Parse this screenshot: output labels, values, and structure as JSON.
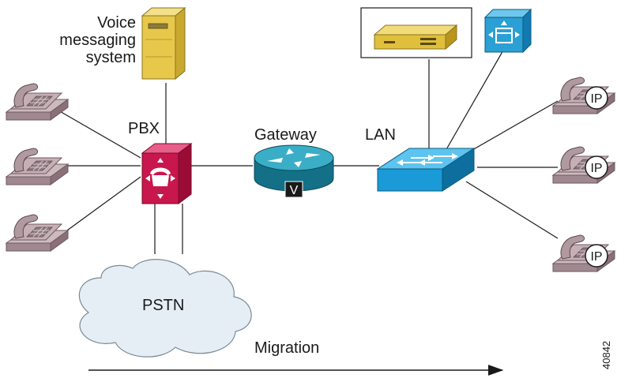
{
  "labels": {
    "voice_line1": "Voice",
    "voice_line2": "messaging",
    "voice_line3": "system",
    "pbx": "PBX",
    "gateway": "Gateway",
    "gateway_badge": "V",
    "lan": "LAN",
    "pstn": "PSTN",
    "migration": "Migration",
    "ip_phone_badge": "IP",
    "figure_id": "40842"
  },
  "colors": {
    "phone_analog": "#b49aa0",
    "pbx": "#c8174c",
    "gateway": "#1a8aa0",
    "switch": "#1a9ad6",
    "server": "#e8c84a",
    "call_manager": "#2aa0d4",
    "cloud": "#e6eef5",
    "line": "#1a1a1a"
  },
  "icons": {
    "voicemail_server": "server-tower-icon",
    "pbx": "pbx-icon",
    "gateway": "voice-gateway-router-icon",
    "lan_switch": "lan-switch-icon",
    "server_appliance": "server-appliance-icon",
    "call_manager": "call-manager-icon",
    "analog_phone": "analog-phone-icon",
    "ip_phone": "ip-phone-icon",
    "cloud": "pstn-cloud-icon"
  }
}
